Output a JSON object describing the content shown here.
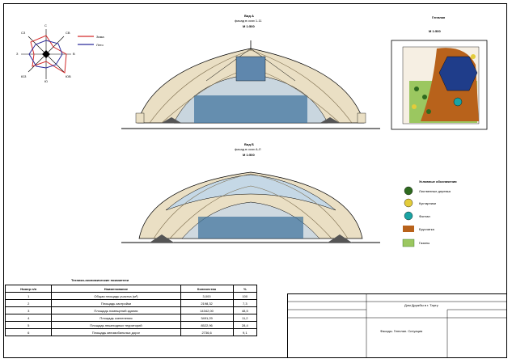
{
  "wind": {
    "dirs": {
      "n": "С",
      "ne": "СВ",
      "e": "В",
      "se": "ЮВ",
      "s": "Ю",
      "sw": "ЮЗ",
      "w": "З",
      "nw": "СЗ"
    },
    "legend": [
      {
        "label": "Зима",
        "color": "#d42a2a"
      },
      {
        "label": "Лето",
        "color": "#2b2b9a"
      }
    ]
  },
  "views": [
    {
      "title": "Вид А",
      "subtitle": "фасад в осях 1-11",
      "scale": "М 1:500"
    },
    {
      "title": "Вид Б",
      "subtitle": "фасад в осях А-Л",
      "scale": "М 1:500"
    }
  ],
  "genplan": {
    "title": "Генплан",
    "scale": "М 1:500"
  },
  "legend": {
    "title": "Условные обозначения",
    "items": [
      {
        "label": "Лиственные деревья",
        "icon": "deciduous-tree-icon"
      },
      {
        "label": "Кустарники",
        "icon": "shrub-icon"
      },
      {
        "label": "Фонтан",
        "icon": "fountain-icon"
      },
      {
        "label": "Брусчатка",
        "icon": "paving-icon",
        "color": "#b8621b"
      },
      {
        "label": "Газоны",
        "icon": "lawn-icon"
      }
    ]
  },
  "tep": {
    "title": "Технико-экономические показатели",
    "header": [
      "Номер п/п",
      "Наименование",
      "Количество",
      "%"
    ],
    "rows": [
      [
        "1",
        "Общая площадь участка (м²)",
        "3,000",
        "100"
      ],
      [
        "2",
        "Площадь застройки",
        "2198,32",
        "7,3"
      ],
      [
        "3",
        "Площадь помещений здания",
        "14342,00",
        "48,5"
      ],
      [
        "4",
        "Площадь озеленения",
        "3491,29",
        "11,2"
      ],
      [
        "5",
        "Площадь пешеходных территорий",
        "8522,96",
        "28,4"
      ],
      [
        "6",
        "Площадь автомобильных дорог",
        "2736,6",
        "9,1"
      ]
    ]
  },
  "stamp": {
    "project": "Дом Дружбы в г. Тарту",
    "sheet": "Фасады. Генплан. Ситуация"
  }
}
